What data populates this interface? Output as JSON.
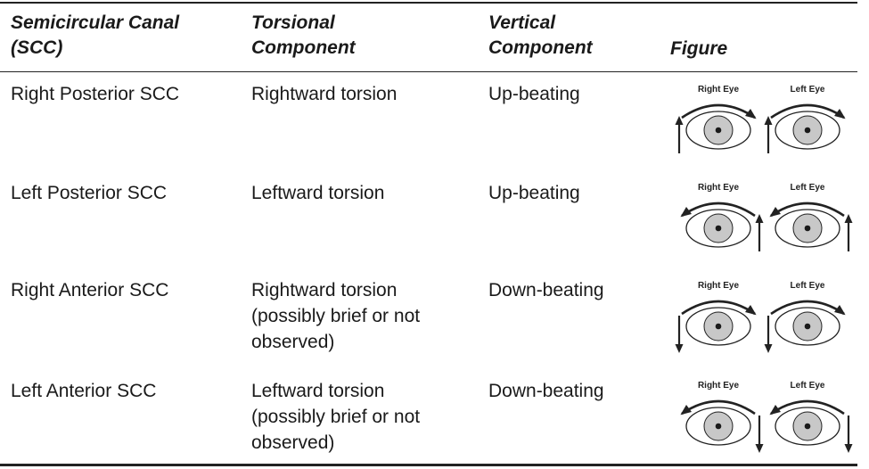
{
  "headers": {
    "scc": "Semicircular Canal\n(SCC)",
    "torsional": "Torsional\nComponent",
    "vertical": "Vertical\nComponent",
    "figure": "Figure"
  },
  "eye_labels": {
    "right": "Right Eye",
    "left": "Left Eye"
  },
  "rows": [
    {
      "canal": "Right Posterior SCC",
      "torsional": "Rightward torsion",
      "vertical": "Up-beating",
      "torsion_direction": "rightward",
      "vertical_direction": "up"
    },
    {
      "canal": "Left Posterior SCC",
      "torsional": "Leftward torsion",
      "vertical": "Up-beating",
      "torsion_direction": "leftward",
      "vertical_direction": "up"
    },
    {
      "canal": "Right Anterior SCC",
      "torsional": "Rightward torsion\n(possibly brief or not\nobserved)",
      "vertical": "Down-beating",
      "torsion_direction": "rightward",
      "vertical_direction": "down"
    },
    {
      "canal": "Left Anterior SCC",
      "torsional": "Leftward torsion\n(possibly brief or not\nobserved)",
      "vertical": "Down-beating",
      "torsion_direction": "leftward",
      "vertical_direction": "down"
    }
  ],
  "colors": {
    "iris": "#c8c8c8",
    "pupil": "#1a1a1a",
    "line": "#222222",
    "rule": "#222222"
  }
}
